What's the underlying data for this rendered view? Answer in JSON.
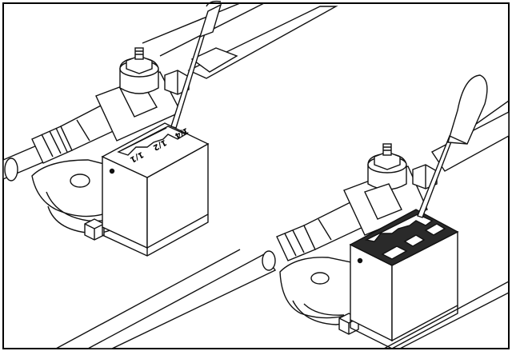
{
  "figure": {
    "labels": {
      "full": "1/1",
      "half": "1/2",
      "quarter": "1/4"
    },
    "colors": {
      "line": "#111111",
      "fill": "#ffffff",
      "shade": "#d9d9d9",
      "dark_plate": "#2a2a2a",
      "frame": "#000000"
    }
  }
}
